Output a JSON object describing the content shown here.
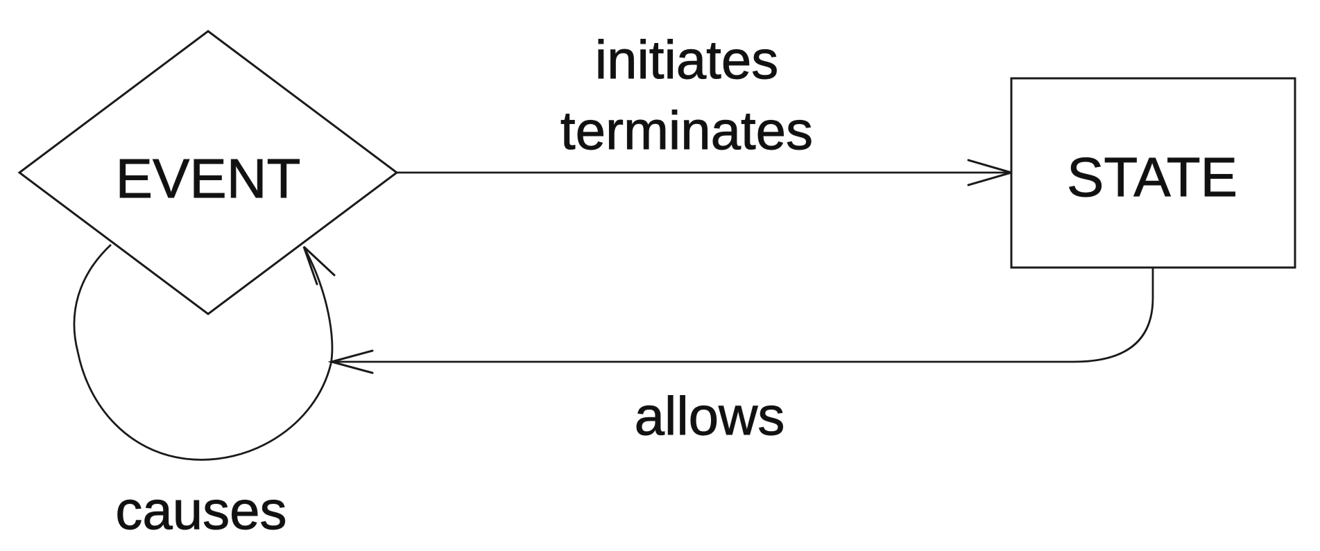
{
  "diagram": {
    "title": "event-state relationship diagram",
    "background_color": "#ffffff",
    "stroke_color": "#1a1a1a",
    "text_color": "#111111",
    "nodes": [
      {
        "id": "event",
        "label": "EVENT",
        "shape": "diamond"
      },
      {
        "id": "state",
        "label": "STATE",
        "shape": "rectangle"
      }
    ],
    "edges": [
      {
        "from": "event",
        "to": "state",
        "direction": "right",
        "labels": [
          "initiates",
          "terminates"
        ]
      },
      {
        "from": "state",
        "to": "event",
        "direction": "left",
        "labels": [
          "allows"
        ]
      },
      {
        "from": "event",
        "to": "event",
        "direction": "self-loop",
        "labels": [
          "causes"
        ]
      }
    ]
  }
}
